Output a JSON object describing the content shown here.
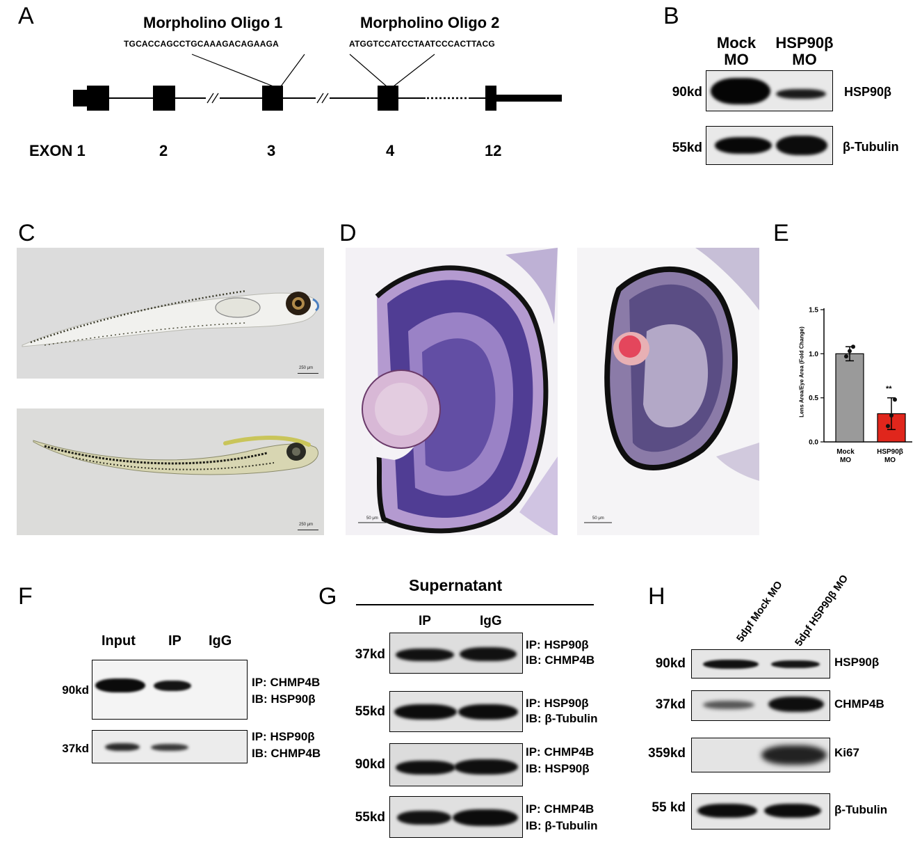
{
  "panels": {
    "A": {
      "letter": "A",
      "mo1_title": "Morpholino Oligo 1",
      "mo1_seq": "TGCACCAGCCTGCAAAGACAGAAGA",
      "mo2_title": "Morpholino Oligo 2",
      "mo2_seq": "ATGGTCCATCCTAATCCCACTTACG",
      "exon_labels": [
        "EXON 1",
        "2",
        "3",
        "4",
        "12"
      ]
    },
    "B": {
      "letter": "B",
      "lane1": "Mock MO",
      "lane2": "HSP90β MO",
      "rows": [
        {
          "kd": "90kd",
          "label": "HSP90β"
        },
        {
          "kd": "55kd",
          "label": "β-Tubulin"
        }
      ]
    },
    "C": {
      "letter": "C",
      "scale_top": "250 μm",
      "scale_bottom": "250 μm"
    },
    "D": {
      "letter": "D",
      "scale_left": "50 μm",
      "scale_right": "50 μm"
    },
    "E": {
      "letter": "E",
      "ylabel": "Lens Area/Eye Area (Fold Change)",
      "yticks": [
        "1.5",
        "1.0",
        "0.5",
        "0.0"
      ],
      "cat1": "Mock MO",
      "cat2": "HSP90β MO",
      "significance": "**"
    },
    "F": {
      "letter": "F",
      "lanes": [
        "Input",
        "IP",
        "IgG"
      ],
      "rows": [
        {
          "kd": "90kd",
          "ip": "IP: CHMP4B",
          "ib": "IB: HSP90β"
        },
        {
          "kd": "37kd",
          "ip": "IP: HSP90β",
          "ib": "IB: CHMP4B"
        }
      ]
    },
    "G": {
      "letter": "G",
      "title": "Supernatant",
      "lanes": [
        "IP",
        "IgG"
      ],
      "rows": [
        {
          "kd": "37kd",
          "ip": "IP: HSP90β",
          "ib": "IB: CHMP4B"
        },
        {
          "kd": "55kd",
          "ip": "IP: HSP90β",
          "ib": "IB: β-Tubulin"
        },
        {
          "kd": "90kd",
          "ip": "IP: CHMP4B",
          "ib": "IB: HSP90β"
        },
        {
          "kd": "55kd",
          "ip": "IP: CHMP4B",
          "ib": "IB: β-Tubulin"
        }
      ]
    },
    "H": {
      "letter": "H",
      "lane1": "5dpf Mock MO",
      "lane2": "5dpf HSP90β MO",
      "rows": [
        {
          "kd": "90kd",
          "label": "HSP90β"
        },
        {
          "kd": "37kd",
          "label": "CHMP4B"
        },
        {
          "kd": "359kd",
          "label": "Ki67"
        },
        {
          "kd": "55 kd",
          "label": "β-Tubulin"
        }
      ]
    }
  },
  "chart_data": {
    "type": "bar",
    "categories": [
      "Mock MO",
      "HSP90β MO"
    ],
    "values": [
      1.0,
      0.32
    ],
    "errors": [
      0.08,
      0.18
    ],
    "points": [
      [
        0.97,
        1.03,
        1.08
      ],
      [
        0.18,
        0.3,
        0.48
      ]
    ],
    "colors": [
      "#9a9a9a",
      "#e0261c"
    ],
    "ylabel": "Lens Area/Eye Area (Fold Change)",
    "ylim": [
      0,
      1.5
    ],
    "yticks": [
      0.0,
      0.5,
      1.0,
      1.5
    ],
    "significance": [
      "",
      "**"
    ]
  }
}
